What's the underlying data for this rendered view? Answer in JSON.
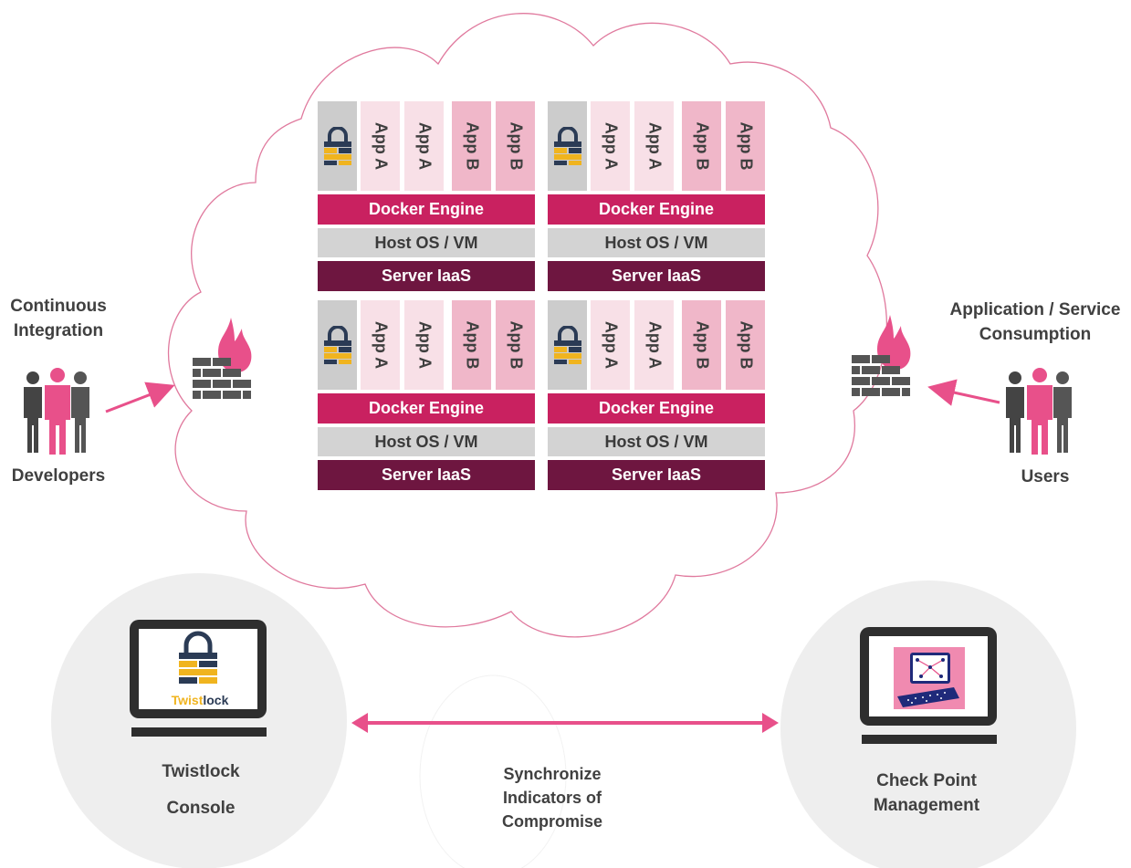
{
  "left_actor": {
    "title_line1": "Continuous",
    "title_line2": "Integration",
    "caption": "Developers"
  },
  "right_actor": {
    "title_line1": "Application / Service",
    "title_line2": "Consumption",
    "caption": "Users"
  },
  "stack_labels": {
    "app_a": "App A",
    "app_b": "App B",
    "docker": "Docker Engine",
    "host": "Host OS / VM",
    "iaas": "Server IaaS"
  },
  "twistlock": {
    "logo_part1": "Twist",
    "logo_part2": "lock",
    "label_line1": "Twistlock",
    "label_line2": "Console"
  },
  "sync": {
    "line1": "Synchronize",
    "line2": "Indicators of",
    "line3": "Compromise"
  },
  "checkpoint": {
    "label_line1": "Check Point",
    "label_line2": "Management"
  },
  "colors": {
    "accent_pink": "#e8508a",
    "docker_red": "#c92160",
    "iaas_maroon": "#6e1640",
    "text_gray": "#404040"
  },
  "icons": [
    "firewall-fire-icon",
    "people-group-icon",
    "lock-icon",
    "laptop-icon",
    "network-map-icon"
  ]
}
